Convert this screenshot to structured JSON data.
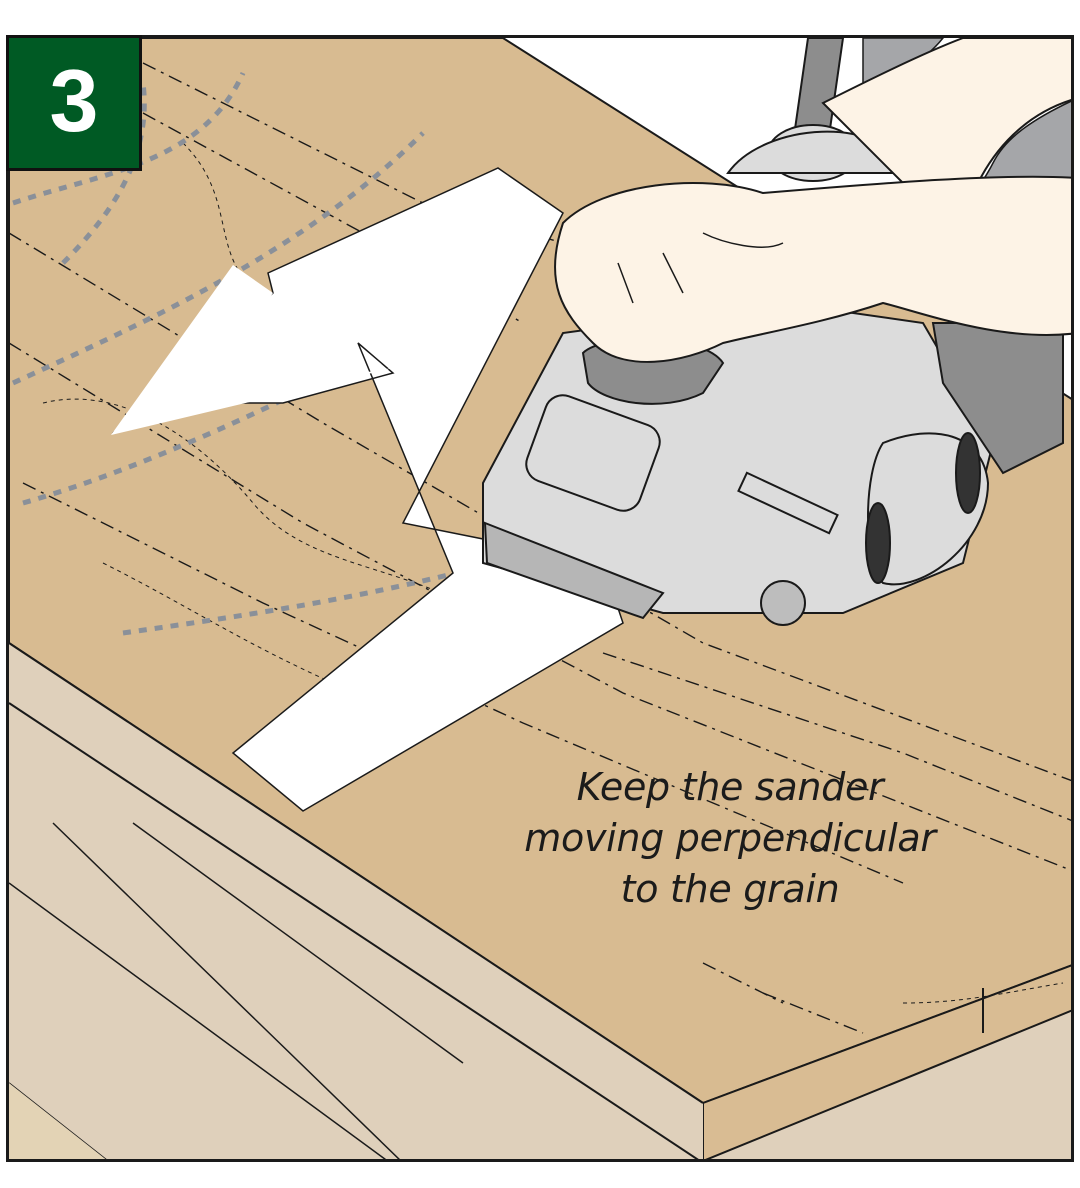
{
  "figure": {
    "step_number": "3",
    "caption_lines": [
      "Keep the sander",
      "moving perpendicular",
      "to the grain"
    ],
    "illustration": "belt-sander-on-wood-panel",
    "motion_arrow": "zigzag-arrow-across-grain"
  },
  "colors": {
    "badge_green": "#005a24",
    "wood_top": "#d8bb91",
    "wood_floor": "#dfd0bb",
    "sander_body": "#dcdcdc",
    "sander_dark": "#8d8d8d",
    "skin": "#fdf3e6",
    "arrow": "#ffffff",
    "grain_marks": "#8a9099",
    "outline": "#1a1a1a"
  }
}
